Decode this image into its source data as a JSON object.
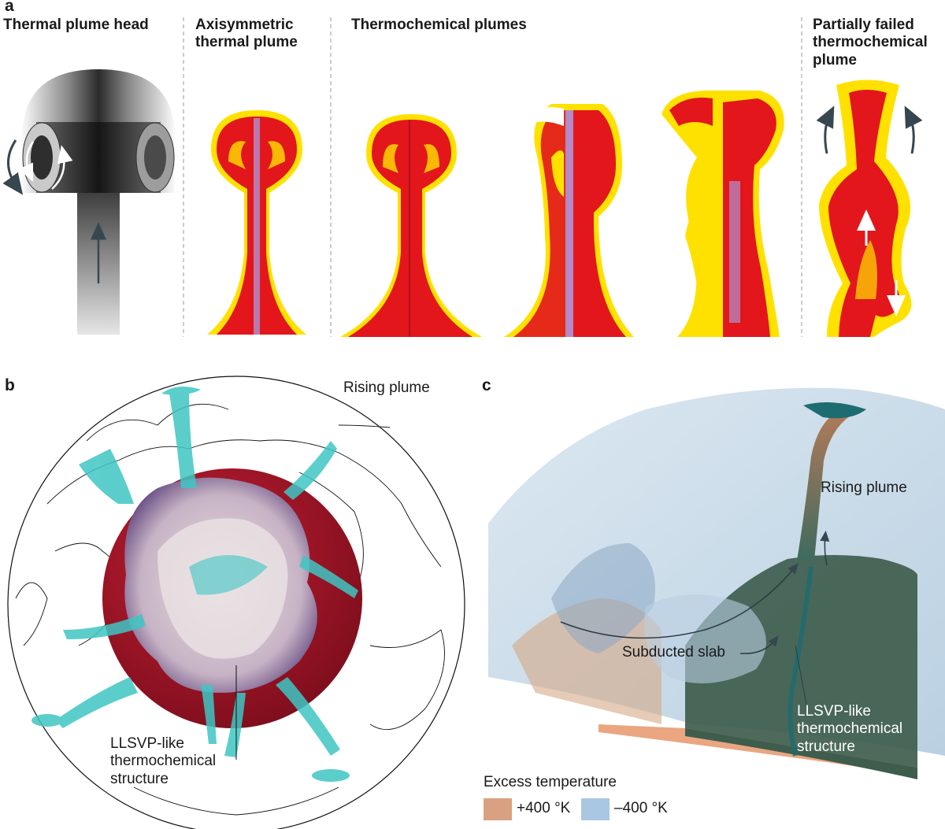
{
  "panel_a": {
    "letter": "a",
    "titles": {
      "plume_head": "Thermal plume head",
      "axisymmetric": "Axisymmetric\nthermal plume",
      "thermochemical": "Thermochemical plumes",
      "partially_failed": "Partially failed\nthermochemical\nplume"
    }
  },
  "panel_b": {
    "letter": "b",
    "rising_plume": "Rising plume",
    "llsvp": "LLSVP-like\nthermochemical\nstructure"
  },
  "panel_c": {
    "letter": "c",
    "rising_plume": "Rising plume",
    "slab": "Subducted slab",
    "llsvp": "LLSVP-like\nthermochemical\nstructure",
    "legend": {
      "title": "Excess temperature",
      "hot_label": "+400 °K",
      "cold_label": "–400 °K",
      "hot_color": "#d9a182",
      "cold_color": "#a9c7e2"
    }
  },
  "colors": {
    "plume_red": "#e3161c",
    "plume_yellow": "#ffe100",
    "plume_purple": "#b389c6",
    "core_red": "#a51526",
    "teal": "#3fc6c4",
    "llsvp_green": "#3e5d4d"
  }
}
